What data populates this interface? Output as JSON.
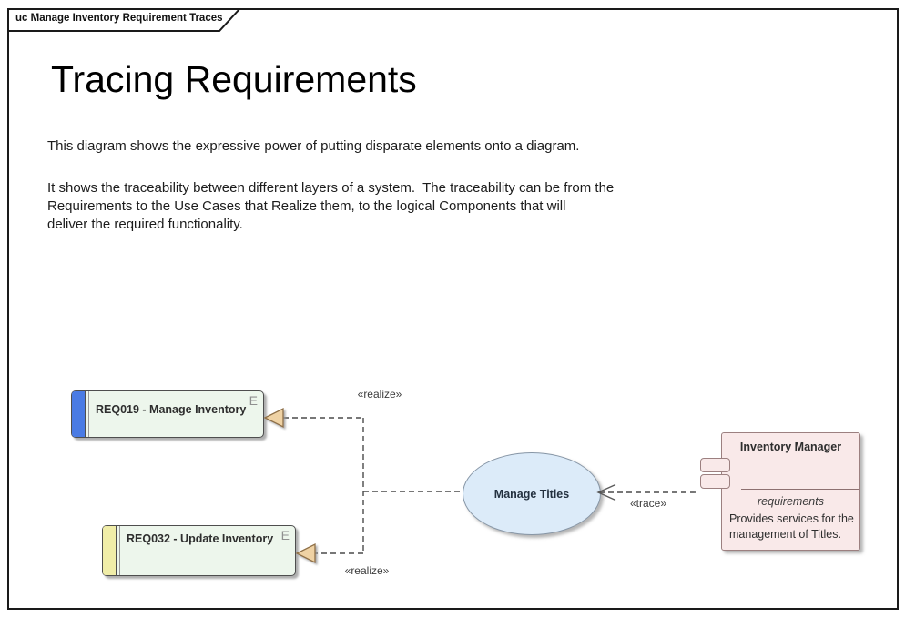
{
  "frame": {
    "tab_label": "uc Manage Inventory Requirement Traces"
  },
  "header": {
    "title": "Tracing Requirements"
  },
  "description": {
    "para1": "This diagram shows the expressive power of putting disparate elements onto a diagram.",
    "para2": [
      "It shows the traceability between different layers of a system.  The traceability can be from the",
      "Requirements to the Use Cases that Realize them, to the logical Components that will",
      "deliver the required functionality."
    ]
  },
  "elements": {
    "req1": {
      "label": "REQ019 - Manage Inventory",
      "badge": "E",
      "bar_color": "#4a7be4"
    },
    "req2": {
      "label": "REQ032 - Update Inventory",
      "badge": "E",
      "bar_color": "#f0eda8"
    },
    "use_case": {
      "label": "Manage Titles"
    },
    "component": {
      "title": "Inventory Manager",
      "stereotype": "requirements",
      "note": [
        "Provides services for the",
        "management of Titles."
      ]
    }
  },
  "connectors": {
    "realize_top_label": "«realize»",
    "realize_bottom_label": "«realize»",
    "trace_label": "«trace»"
  },
  "colors": {
    "requirement_fill": "#edf6ec",
    "req1_bar": "#4a7be4",
    "req2_bar": "#f0eda8",
    "use_case_fill": "#dcebf9",
    "component_fill": "#f9e9e9",
    "arrowhead_fill": "#efd2a4"
  }
}
